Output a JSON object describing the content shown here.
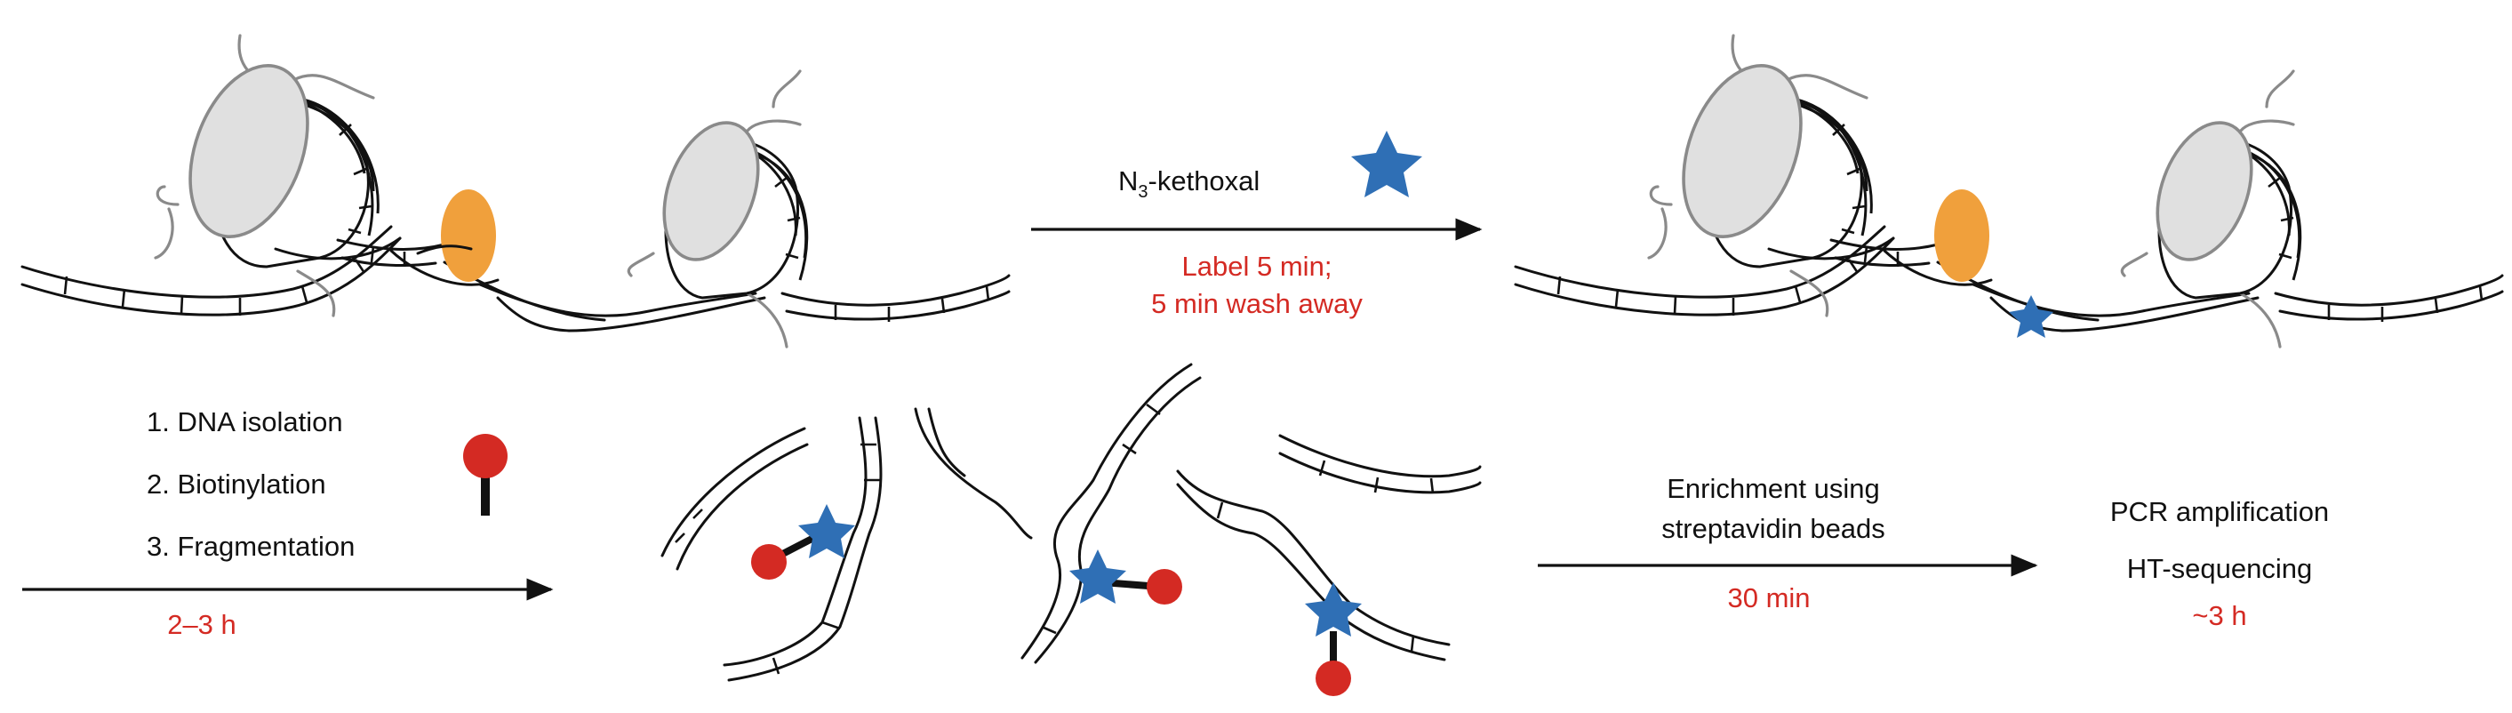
{
  "diagram": {
    "step1": {
      "reagent": "N3-kethoxal",
      "reagent_main": "N",
      "reagent_sub": "3",
      "reagent_rest": "-kethoxal",
      "time_line1": "Label 5 min;",
      "time_line2": "5 min wash away"
    },
    "step2": {
      "item1": "1. DNA isolation",
      "item2": "2. Biotinylation",
      "item3": "3. Fragmentation",
      "time": "2–3 h"
    },
    "step3": {
      "line1": "Enrichment using",
      "line2": "streptavidin beads",
      "time": "30 min"
    },
    "step4": {
      "line1": "PCR amplification",
      "line2": "HT-sequencing",
      "time": "~3 h"
    },
    "colors": {
      "label_text": "#111111",
      "time_text": "#d42a23",
      "kethoxal_star": "#2f6fb5",
      "biotin_ball": "#d42a23",
      "protein": "#f0a03c",
      "histone": "#e0e0e0",
      "histone_outline": "#8a8a8a",
      "dna": "#111111"
    },
    "icons": [
      "nucleosome-icon",
      "protein-icon",
      "star-icon",
      "biotin-icon",
      "dna-fragment-icon",
      "arrow-icon"
    ]
  }
}
